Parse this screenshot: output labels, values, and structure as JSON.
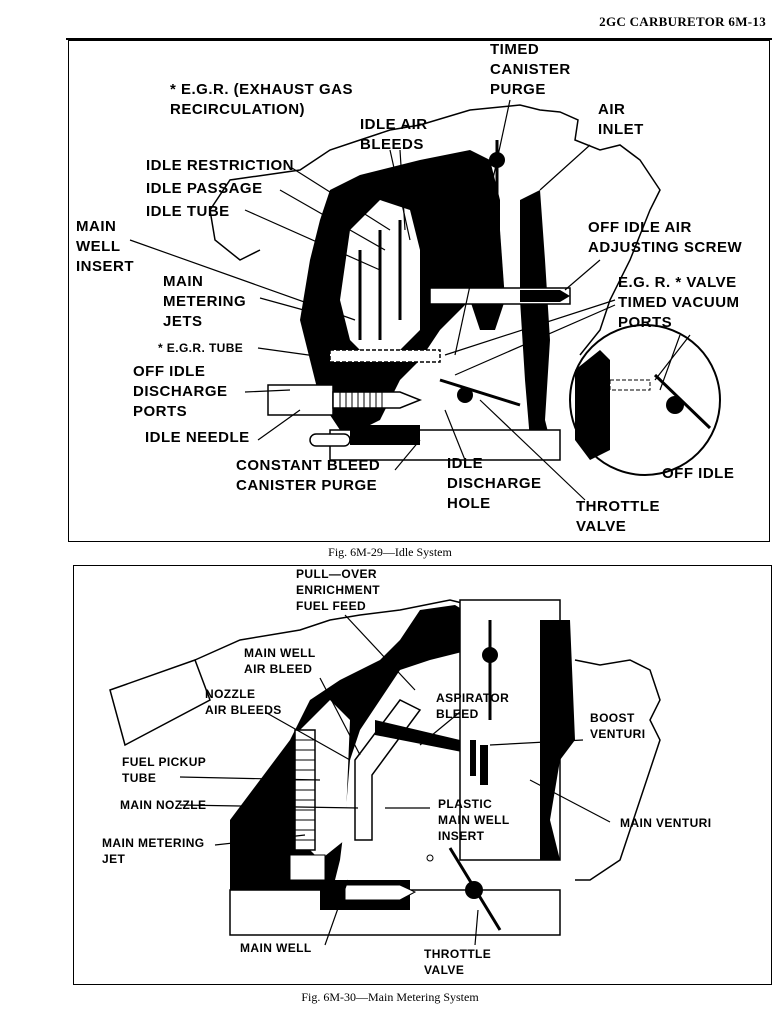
{
  "header": {
    "running_head": "2GC CARBURETOR  6M-13"
  },
  "figure1": {
    "caption": "Fig. 6M-29—Idle System",
    "labels": {
      "egr_note": "* E.G.R. (EXHAUST GAS",
      "egr_note_2": "RECIRCULATION)",
      "timed_canister": "TIMED",
      "timed_canister_2": "CANISTER",
      "timed_canister_3": "PURGE",
      "idle_air_bleeds": "IDLE AIR",
      "idle_air_bleeds_2": "BLEEDS",
      "air_inlet": "AIR",
      "air_inlet_2": "INLET",
      "idle_restriction": "IDLE RESTRICTION",
      "idle_passage": "IDLE PASSAGE",
      "idle_tube": "IDLE TUBE",
      "main_well_insert": "MAIN",
      "main_well_insert_2": "WELL",
      "main_well_insert_3": "INSERT",
      "off_idle_air": "OFF IDLE AIR",
      "off_idle_air_2": "ADJUSTING SCREW",
      "main_metering_jets": "MAIN",
      "main_metering_jets_2": "METERING",
      "main_metering_jets_3": "JETS",
      "egr_valve": "E.G. R. * VALVE",
      "egr_valve_2": "TIMED VACUUM",
      "egr_valve_3": "PORTS",
      "egr_tube": "* E.G.R. TUBE",
      "off_idle_discharge": "OFF IDLE",
      "off_idle_discharge_2": "DISCHARGE",
      "off_idle_discharge_3": "PORTS",
      "idle_needle": "IDLE NEEDLE",
      "constant_bleed": "CONSTANT BLEED",
      "constant_bleed_2": "CANISTER PURGE",
      "idle_discharge": "IDLE",
      "idle_discharge_2": "DISCHARGE",
      "idle_discharge_3": "HOLE",
      "throttle_valve": "THROTTLE",
      "throttle_valve_2": "VALVE",
      "off_idle": "OFF IDLE"
    }
  },
  "figure2": {
    "caption": "Fig. 6M-30—Main Metering System",
    "labels": {
      "pullover": "PULL—OVER",
      "pullover_2": "ENRICHMENT",
      "pullover_3": "FUEL FEED",
      "main_well_air": "MAIN WELL",
      "main_well_air_2": "AIR BLEED",
      "nozzle_air": "NOZZLE",
      "nozzle_air_2": "AIR BLEEDS",
      "aspirator": "ASPIRATOR",
      "aspirator_2": "BLEED",
      "boost_venturi": "BOOST",
      "boost_venturi_2": "VENTURI",
      "fuel_pickup": "FUEL PICKUP",
      "fuel_pickup_2": "TUBE",
      "main_nozzle": "MAIN NOZZLE",
      "plastic_insert": "PLASTIC",
      "plastic_insert_2": "MAIN WELL",
      "plastic_insert_3": "INSERT",
      "main_venturi": "MAIN VENTURI",
      "main_metering_jet": "MAIN METERING",
      "main_metering_jet_2": "JET",
      "main_well": "MAIN WELL",
      "throttle_valve": "THROTTLE",
      "throttle_valve_2": "VALVE"
    }
  }
}
